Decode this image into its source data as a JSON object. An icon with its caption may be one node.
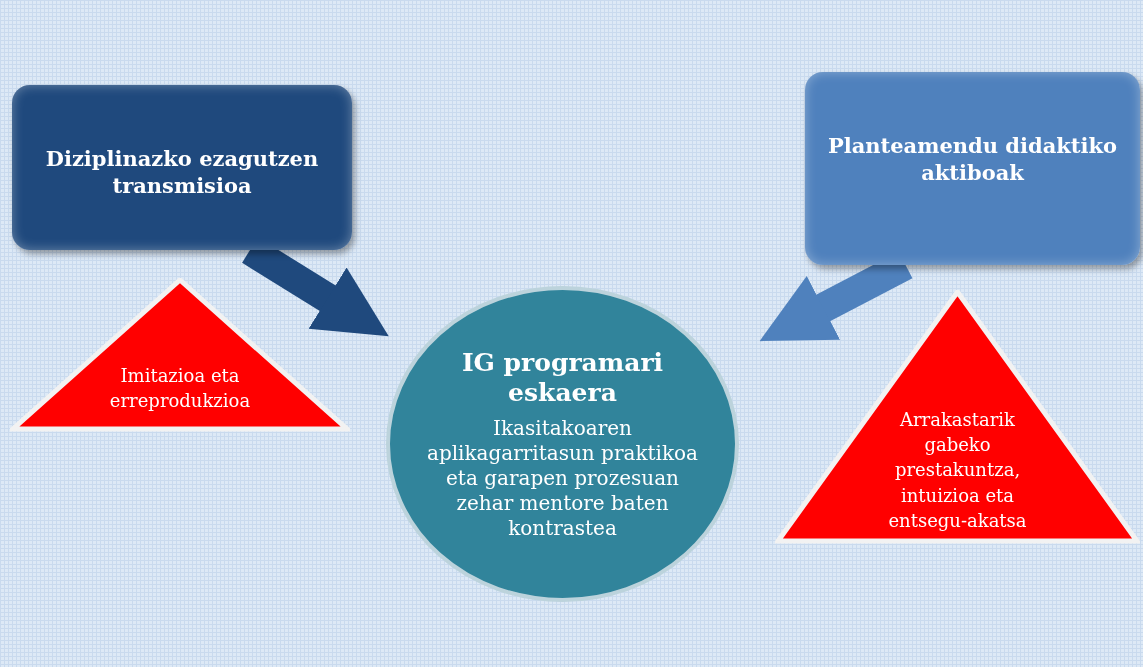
{
  "diagram": {
    "nodes": [
      {
        "text": [
          "Diziplinazko ezagutzen transmisioa"
        ]
      },
      {
        "text": [
          "Planteamendu didaktiko aktiboak"
        ]
      },
      {
        "text": [
          "IG programari eskaera",
          "Ikasitakoaren aplikagarritasun praktikoa eta garapen prozesuan zehar mentore baten kontrastea"
        ]
      },
      {
        "text": [
          "Imitazioa eta erreprodukzioa"
        ]
      },
      {
        "text": [
          "Arrakastarik gabeko prestakuntza, intuizioa eta entsegu-akatsa"
        ]
      }
    ],
    "edges": [
      {
        "from": 0,
        "to": 2,
        "arrow": "to",
        "color": "#1f497d"
      },
      {
        "from": 1,
        "to": 2,
        "arrow": "to",
        "color": "#4f81bd"
      }
    ]
  }
}
